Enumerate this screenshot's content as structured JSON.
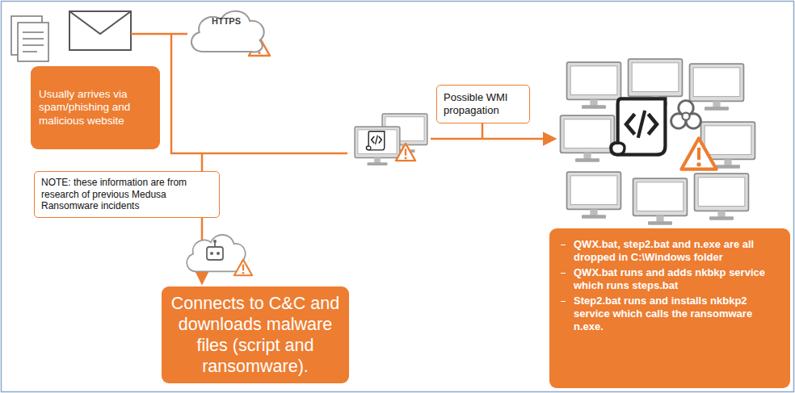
{
  "diagram": {
    "nodes": [
      {
        "text": [
          "HTTPS"
        ]
      },
      {
        "text": [
          "Usually arrives via spam/phishing and malicious website"
        ]
      },
      {
        "text": [
          "NOTE: these information are from research of previous Medusa Ransomware incidents"
        ]
      },
      {
        "text": [
          "Connects to C&C and downloads malware files (script and ransomware)."
        ]
      },
      {
        "text": [
          "Possible WMI propagation"
        ]
      },
      {
        "text": [
          "QWX.bat, step2.bat and n.exe are all dropped in C:\\Windows folder",
          "QWX.bat runs and adds nkbkp service which runs steps.bat",
          "Step2.bat runs and installs nkbkp2 service which calls the ransomware n.exe."
        ]
      }
    ]
  }
}
